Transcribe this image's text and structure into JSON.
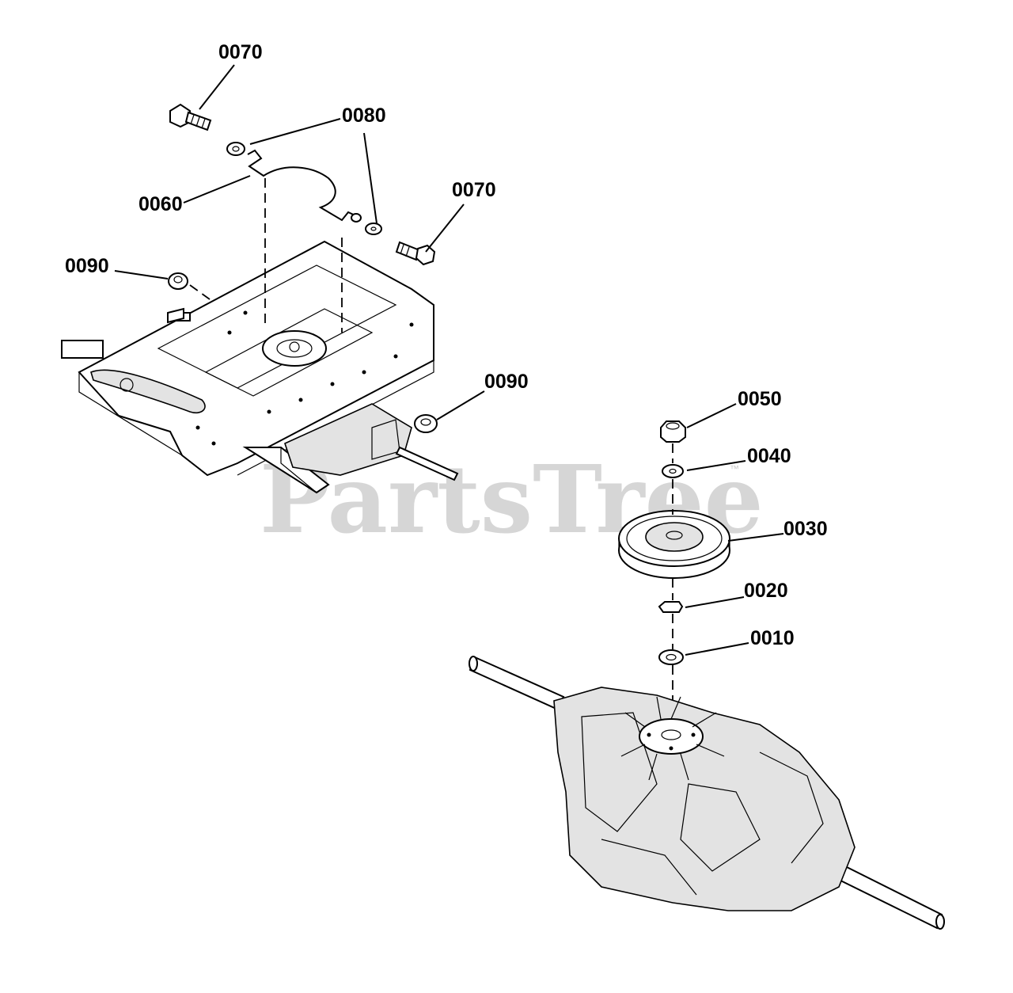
{
  "watermark": {
    "text": "PartsTree",
    "trademark": "™"
  },
  "callouts": {
    "c0070_top": "0070",
    "c0080": "0080",
    "c0060": "0060",
    "c0070_right": "0070",
    "c0090_left": "0090",
    "c0090_right": "0090",
    "c0050": "0050",
    "c0040": "0040",
    "c0030": "0030",
    "c0020": "0020",
    "c0010": "0010"
  }
}
